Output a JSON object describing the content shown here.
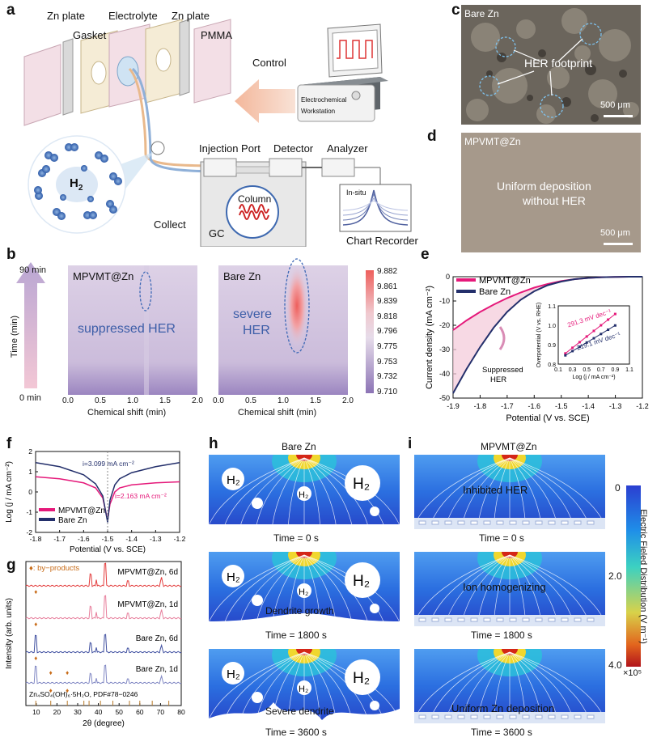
{
  "panel_letters": {
    "a": "a",
    "b": "b",
    "c": "c",
    "d": "d",
    "e": "e",
    "f": "f",
    "g": "g",
    "h": "h",
    "i": "i"
  },
  "panel_a": {
    "zn_plate_left": "Zn plate",
    "electrolyte": "Electrolyte",
    "zn_plate_right": "Zn plate",
    "gasket": "Gasket",
    "pmma": "PMMA",
    "control": "Control",
    "workstation_line1": "Electrochemical",
    "workstation_line2": "Workstation",
    "injection_port": "Injection Port",
    "detector": "Detector",
    "analyzer": "Analyzer",
    "h2": "H",
    "h2_sub": "2",
    "collect": "Collect",
    "column": "Column",
    "gc": "GC",
    "insitu": "In-situ",
    "chart_recorder": "Chart Recorder"
  },
  "panel_c": {
    "sample": "Bare Zn",
    "annotation": "HER footprint",
    "scale": "500 μm"
  },
  "panel_d": {
    "sample": "MPVMT@Zn",
    "annotation_line1": "Uniform deposition",
    "annotation_line2": "without HER",
    "scale": "500 μm"
  },
  "panel_b": {
    "y_top": "90 min",
    "y_bottom": "0 min",
    "ylabel": "Time (min)",
    "left_title": "MPVMT@Zn",
    "left_note": "suppressed HER",
    "right_title": "Bare Zn",
    "right_note_line1": "severe",
    "right_note_line2": "HER",
    "xlabel": "Chemical shift (min)",
    "xticks": [
      "0.0",
      "0.5",
      "1.0",
      "1.5",
      "2.0"
    ],
    "colorbar_ticks": [
      "9.882",
      "9.861",
      "9.839",
      "9.818",
      "9.796",
      "9.775",
      "9.753",
      "9.732",
      "9.710"
    ],
    "colors": {
      "low": "#8c74b5",
      "mid": "#e6dcea",
      "high": "#ee5f5c"
    }
  },
  "chart_data": [
    {
      "id": "panel_e",
      "type": "line",
      "xlabel": "Potential (V vs. SCE)",
      "ylabel": "Current density (mA cm⁻²)",
      "xlim": [
        -1.9,
        -1.2
      ],
      "ylim": [
        -50,
        0
      ],
      "xticks": [
        "-1.9",
        "-1.8",
        "-1.7",
        "-1.6",
        "-1.5",
        "-1.4",
        "-1.3",
        "-1.2"
      ],
      "yticks": [
        "0",
        "-10",
        "-20",
        "-30",
        "-40",
        "-50"
      ],
      "series": [
        {
          "name": "MPVMT@Zn",
          "color": "#e5197a",
          "x": [
            -1.9,
            -1.85,
            -1.8,
            -1.75,
            -1.7,
            -1.65,
            -1.6,
            -1.55,
            -1.5,
            -1.45,
            -1.4,
            -1.35,
            -1.3,
            -1.25,
            -1.2
          ],
          "y": [
            -22,
            -18,
            -14.5,
            -11.5,
            -8.8,
            -6.5,
            -4.5,
            -3,
            -1.8,
            -1,
            -0.5,
            -0.2,
            -0.1,
            0,
            0
          ]
        },
        {
          "name": "Bare Zn",
          "color": "#232f6b",
          "x": [
            -1.9,
            -1.85,
            -1.8,
            -1.75,
            -1.7,
            -1.65,
            -1.6,
            -1.55,
            -1.5,
            -1.45,
            -1.4,
            -1.35,
            -1.3,
            -1.25,
            -1.2
          ],
          "y": [
            -48,
            -38,
            -29,
            -21,
            -14.5,
            -9.5,
            -6,
            -3.5,
            -2,
            -1,
            -0.5,
            -0.2,
            -0.1,
            0,
            0
          ]
        }
      ],
      "annotation": "Suppressed\nHER",
      "inset": {
        "xlabel": "Log (j / mA cm⁻²)",
        "ylabel": "Overpotential (V vs. RHE)",
        "xlim": [
          0.1,
          1.1
        ],
        "ylim": [
          0.8,
          1.1
        ],
        "xticks": [
          "0.1",
          "0.3",
          "0.5",
          "0.7",
          "0.9",
          "1.1"
        ],
        "yticks": [
          "0.8",
          "0.9",
          "1.0",
          "1.1"
        ],
        "series": [
          {
            "name": "MPVMT@Zn",
            "color": "#e5197a",
            "slope_label": "291.3 mV dec⁻¹",
            "x": [
              0.2,
              0.3,
              0.4,
              0.5,
              0.6,
              0.7,
              0.8,
              0.9
            ],
            "y": [
              0.855,
              0.884,
              0.913,
              0.942,
              0.971,
              1.0,
              1.029,
              1.058
            ]
          },
          {
            "name": "Bare Zn",
            "color": "#232f6b",
            "slope_label": "219.1 mV dec⁻¹",
            "x": [
              0.2,
              0.3,
              0.4,
              0.5,
              0.6,
              0.7,
              0.8,
              0.9
            ],
            "y": [
              0.845,
              0.867,
              0.889,
              0.911,
              0.933,
              0.955,
              0.977,
              0.999
            ]
          }
        ]
      }
    },
    {
      "id": "panel_f",
      "type": "line",
      "xlabel": "Potential (V vs. SCE)",
      "ylabel": "Log (j / mA cm⁻²)",
      "xlim": [
        -1.8,
        -1.2
      ],
      "ylim": [
        -2,
        2
      ],
      "xticks": [
        "-1.8",
        "-1.7",
        "-1.6",
        "-1.5",
        "-1.4",
        "-1.3",
        "-1.2"
      ],
      "yticks": [
        "2",
        "1",
        "0",
        "-1",
        "-2"
      ],
      "series": [
        {
          "name": "MPVMT@Zn",
          "color": "#e5197a",
          "x": [
            -1.8,
            -1.7,
            -1.6,
            -1.55,
            -1.52,
            -1.5,
            -1.49,
            -1.47,
            -1.45,
            -1.4,
            -1.3,
            -1.2
          ],
          "y": [
            0.75,
            0.65,
            0.45,
            0.2,
            -0.3,
            -1.4,
            -0.6,
            0.0,
            0.2,
            0.35,
            0.45,
            0.5
          ]
        },
        {
          "name": "Bare Zn",
          "color": "#232f6b",
          "x": [
            -1.8,
            -1.7,
            -1.6,
            -1.55,
            -1.52,
            -1.5,
            -1.49,
            -1.47,
            -1.45,
            -1.4,
            -1.3,
            -1.2
          ],
          "y": [
            1.45,
            1.25,
            0.85,
            0.4,
            -0.2,
            -1.5,
            -0.4,
            0.35,
            0.65,
            0.95,
            1.25,
            1.45
          ]
        }
      ],
      "annotations": [
        "i=3.099 mA cm⁻²",
        "i=2.163 mA cm⁻²"
      ]
    },
    {
      "id": "panel_g",
      "type": "line",
      "xlabel": "2θ (degree)",
      "ylabel": "Intensity (arb. units)",
      "xlim": [
        5,
        80
      ],
      "xticks": [
        "10",
        "20",
        "30",
        "40",
        "50",
        "60",
        "70",
        "80"
      ],
      "legend_note": "♦: by−products",
      "series": [
        {
          "name": "MPVMT@Zn, 6d",
          "color": "#e33b3b"
        },
        {
          "name": "MPVMT@Zn, 1d",
          "color": "#e77d9b"
        },
        {
          "name": "Bare Zn, 6d",
          "color": "#3f4fa0"
        },
        {
          "name": "Bare Zn, 1d",
          "color": "#8188c4"
        },
        {
          "name": "Zn₄SO₄(OH)₆·5H₂O, PDF#78−0246",
          "color": "#b87a2a"
        }
      ]
    }
  ],
  "panel_h": {
    "title": "Bare Zn",
    "times": [
      "Time = 0 s",
      "Time = 1800 s",
      "Time = 3600 s"
    ],
    "notes": [
      "",
      "Dendrite growth",
      "Severe dendrite"
    ],
    "h2": "H",
    "h2_sub": "2"
  },
  "panel_i": {
    "title": "MPVMT@Zn",
    "times": [
      "Time = 0 s",
      "Time = 1800 s",
      "Time = 3600 s"
    ],
    "notes": [
      "Inhibited HER",
      "Ion homogenizing",
      "Uniform Zn deposition"
    ]
  },
  "field_colorbar": {
    "label": "Electric Fieled Distribution (V m⁻¹)",
    "ticks": [
      "0",
      "2.0",
      "4.0"
    ],
    "multiplier": "×10⁵"
  }
}
